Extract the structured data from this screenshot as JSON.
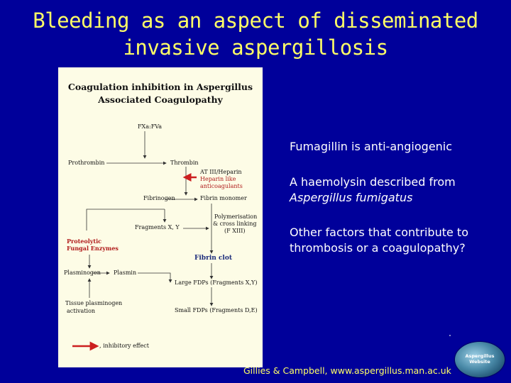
{
  "slide": {
    "title_line1": "Bleeding as an aspect of disseminated",
    "title_line2": "invasive aspergillosis",
    "bullets": [
      "Fumagillin is anti-angiogenic",
      "A haemolysin described from",
      "Aspergillus fumigatus",
      "Other factors that contribute to thrombosis or a coagulopathy?"
    ],
    "credit": "Gillies & Campbell, www.aspergillus.man.ac.uk",
    "logo_text_1": "Aspergillus",
    "logo_text_2": "Website"
  },
  "figure": {
    "title_line1": "Coagulation inhibition in Aspergillus",
    "title_line2": "Associated Coagulopathy",
    "labels": {
      "fxa": "FXa:FVa",
      "prothrombin": "Prothrombin",
      "thrombin": "Thrombin",
      "at3": "AT III/Heparin",
      "heparin_like_1": "Heparin like",
      "heparin_like_2": "anticoagulants",
      "fibrinogen": "Fibrinogen",
      "fibrin_monomer": "Fibrin  monomer",
      "polymerisation_1": "Polymerisation",
      "polymerisation_2": "& cross linking",
      "polymerisation_3": "(F XIII)",
      "fragments_xy": "Fragments X, Y",
      "proteolytic_1": "Proteolytic",
      "proteolytic_2": "Fungal Enzymes",
      "fibrin_clot": "Fibrin clot",
      "plasminogen": "Plasminogen",
      "plasmin": "Plasmin",
      "large_fdps": "Large FDPs (Fragments X,Y)",
      "tissue_1": "Tissue plasminogen",
      "tissue_2": "activation",
      "small_fdps": "Small FDPs (Fragments D,E)",
      "legend": ", inhibitory effect"
    },
    "colors": {
      "inhibitory_arrow": "#cc1f1f",
      "line": "#333333",
      "fibrin_clot": "#1a2a7a"
    }
  }
}
